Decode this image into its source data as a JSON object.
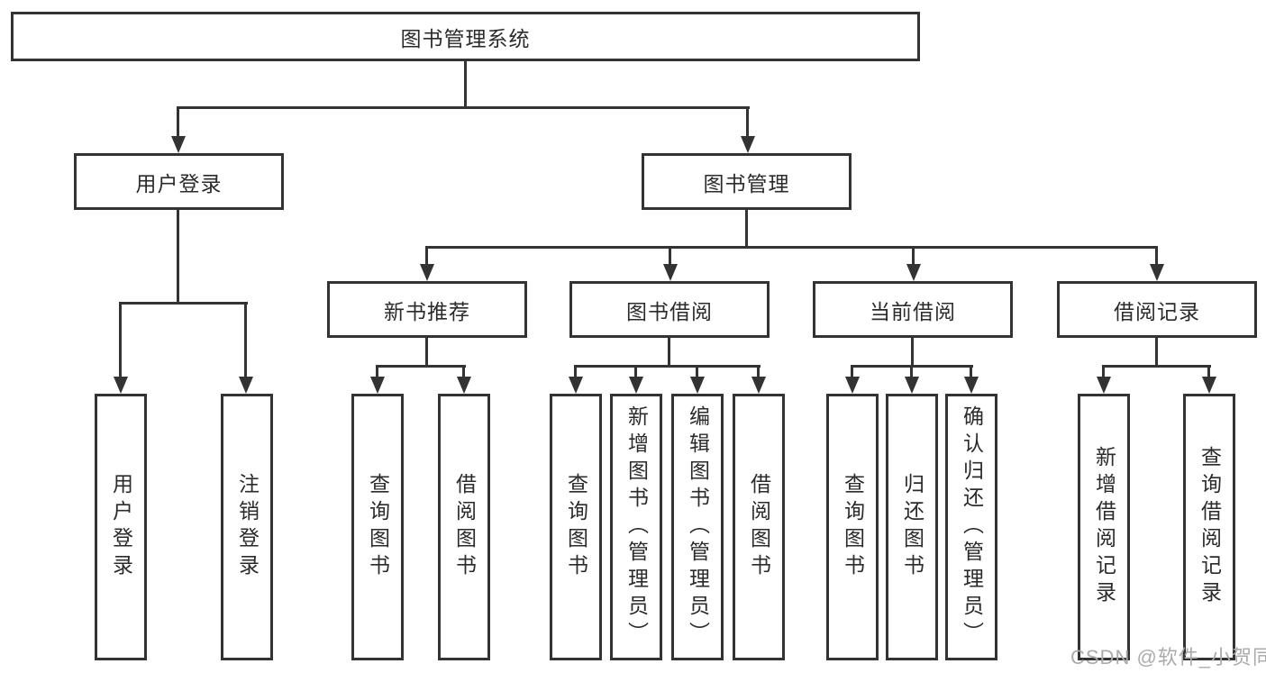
{
  "diagram": {
    "title": "图书管理系统",
    "root": {
      "label": "图书管理系统"
    },
    "branches": [
      {
        "label": "用户登录",
        "children": [
          {
            "label": "用户登录"
          },
          {
            "label": "注销登录"
          }
        ]
      },
      {
        "label": "图书管理",
        "groups": [
          {
            "label": "新书推荐",
            "children": [
              {
                "label": "查询图书"
              },
              {
                "label": "借阅图书"
              }
            ]
          },
          {
            "label": "图书借阅",
            "children": [
              {
                "label": "查询图书"
              },
              {
                "label": "新增图书（管理员）"
              },
              {
                "label": "编辑图书（管理员）"
              },
              {
                "label": "借阅图书"
              }
            ]
          },
          {
            "label": "当前借阅",
            "children": [
              {
                "label": "查询图书"
              },
              {
                "label": "归还图书"
              },
              {
                "label": "确认归还（管理员）"
              }
            ]
          },
          {
            "label": "借阅记录",
            "children": [
              {
                "label": "新增借阅记录"
              },
              {
                "label": "查询借阅记录"
              }
            ]
          }
        ]
      }
    ]
  },
  "watermark": "CSDN @软件_小贺同学",
  "colors": {
    "line": "#333333",
    "text": "#2b2b2b",
    "background": "#ffffff",
    "watermark": "#ababab"
  }
}
